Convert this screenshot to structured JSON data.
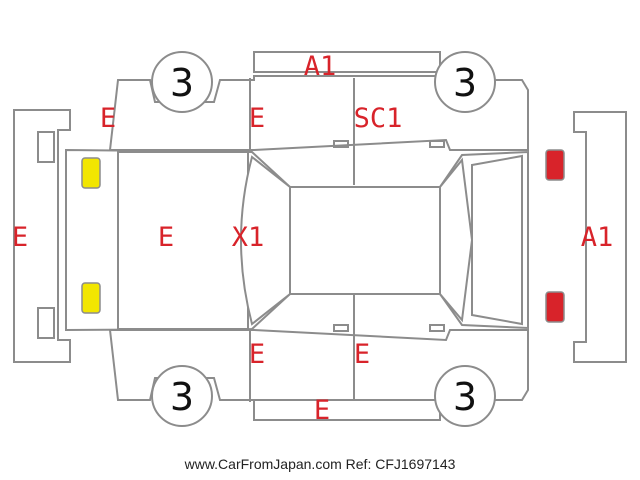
{
  "colors": {
    "outline": "#8c8c8c",
    "code_text": "#d8232a",
    "headlight": "#f2e600",
    "taillight": "#d8232a"
  },
  "tires": {
    "front_left": "3",
    "rear_left": "3",
    "front_right": "3",
    "rear_right": "3"
  },
  "codes": {
    "roof_top": "A1",
    "front_fender_top": "E",
    "front_door_top": "E",
    "rear_door_top": "SC1",
    "front_bumper": "E",
    "hood": "E",
    "windshield": "X1",
    "rear_bumper": "A1",
    "front_door_bottom": "E",
    "rear_door_bottom": "E",
    "rocker_bottom": "E"
  },
  "footer": {
    "site": "www.CarFromJapan.com",
    "ref": "Ref: CFJ1697143"
  }
}
